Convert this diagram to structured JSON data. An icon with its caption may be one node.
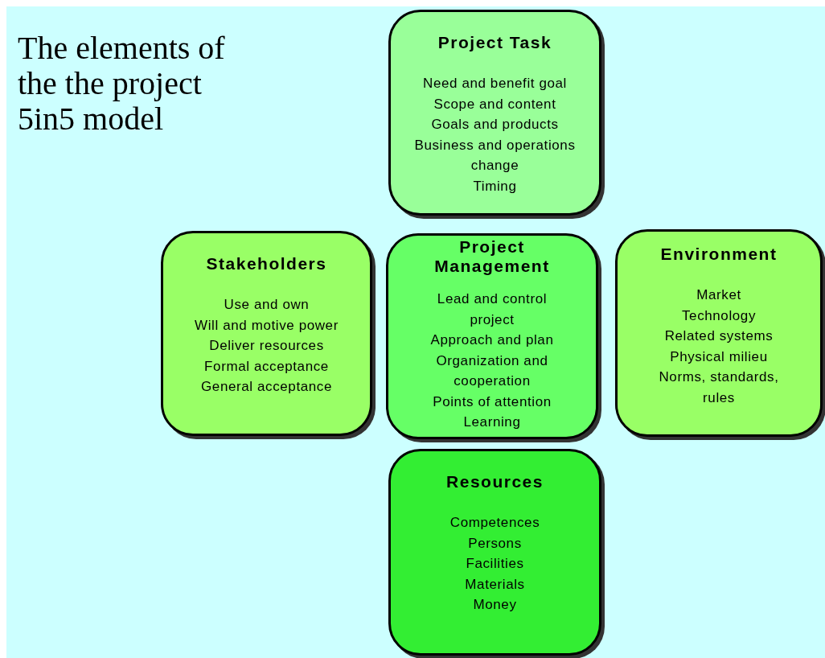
{
  "diagram": {
    "title": "The elements of the the project 5in5 model",
    "nodes": [
      {
        "text": [
          "Project Task",
          "Need and benefit goal",
          "Scope and content",
          "Goals and products",
          "Business and operations change",
          "Timing"
        ]
      },
      {
        "text": [
          "Stakeholders",
          "Use and own",
          "Will and motive power",
          "Deliver resources",
          "Formal acceptance",
          "General acceptance"
        ]
      },
      {
        "text": [
          "Project Management",
          "Lead and control project",
          "Approach and plan",
          "Organization and cooperation",
          "Points of attention",
          "Learning"
        ]
      },
      {
        "text": [
          "Environment",
          "Market",
          "Technology",
          "Related systems",
          "Physical milieu",
          "Norms, standards, rules"
        ]
      },
      {
        "text": [
          "Resources",
          "Competences",
          "Persons",
          "Facilities",
          "Materials",
          "Money"
        ]
      }
    ]
  }
}
